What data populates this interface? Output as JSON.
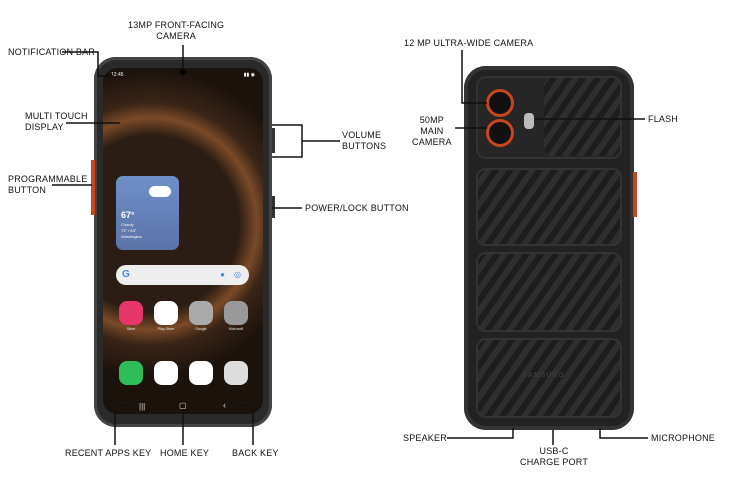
{
  "front_labels": {
    "front_camera": "13MP FRONT-FACING\nCAMERA",
    "notification_bar": "NOTIFICATION BAR",
    "multi_touch_display": "MULTI TOUCH\nDISPLAY",
    "programmable_button": "PROGRAMMABLE\nBUTTON",
    "volume_buttons": "VOLUME\nBUTTONS",
    "power_lock_button": "POWER/LOCK BUTTON",
    "recent_apps_key": "RECENT APPS KEY",
    "home_key": "HOME KEY",
    "back_key": "BACK KEY"
  },
  "back_labels": {
    "ultra_wide_camera": "12 MP ULTRA-WIDE CAMERA",
    "main_camera": "50MP\nMAIN\nCAMERA",
    "flash": "FLASH",
    "speaker": "SPEAKER",
    "usb_c": "USB-C\nCHARGE PORT",
    "microphone": "MICROPHONE"
  },
  "screen": {
    "time": "12:45",
    "weather": {
      "temp": "67°",
      "condition": "Cloudy",
      "range": "73° / 63°",
      "city": "Washington"
    },
    "apps": [
      "Store",
      "Play Store",
      "Google",
      "Microsoft"
    ],
    "brand": "SAMSUNG"
  },
  "colors": {
    "accent": "#c8451e",
    "body": "#222222"
  }
}
